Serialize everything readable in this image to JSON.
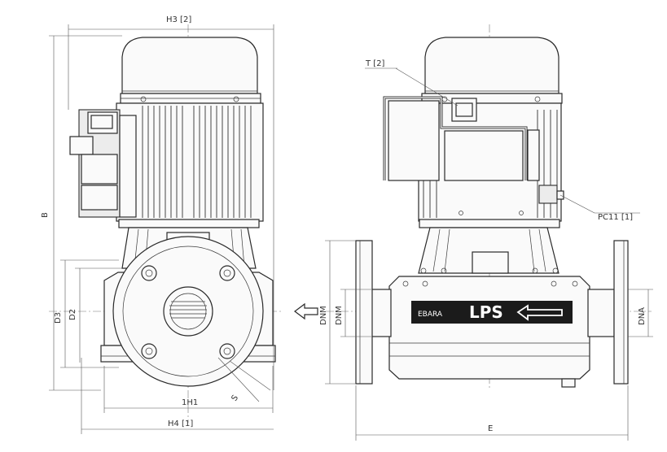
{
  "labels": {
    "h3": "H3 [2]",
    "b": "B",
    "d3": "D3",
    "d2": "D2",
    "h1": "1H1",
    "h4": "H4 [1]",
    "s": "S",
    "t": "T [2]",
    "pc11": "PC11 [1]",
    "dnm_left": "DNM",
    "dnm_mid": "DNM",
    "dna": "DNA",
    "e": "E"
  },
  "nameplate": {
    "brand": "EBARA",
    "model": "LPS"
  }
}
